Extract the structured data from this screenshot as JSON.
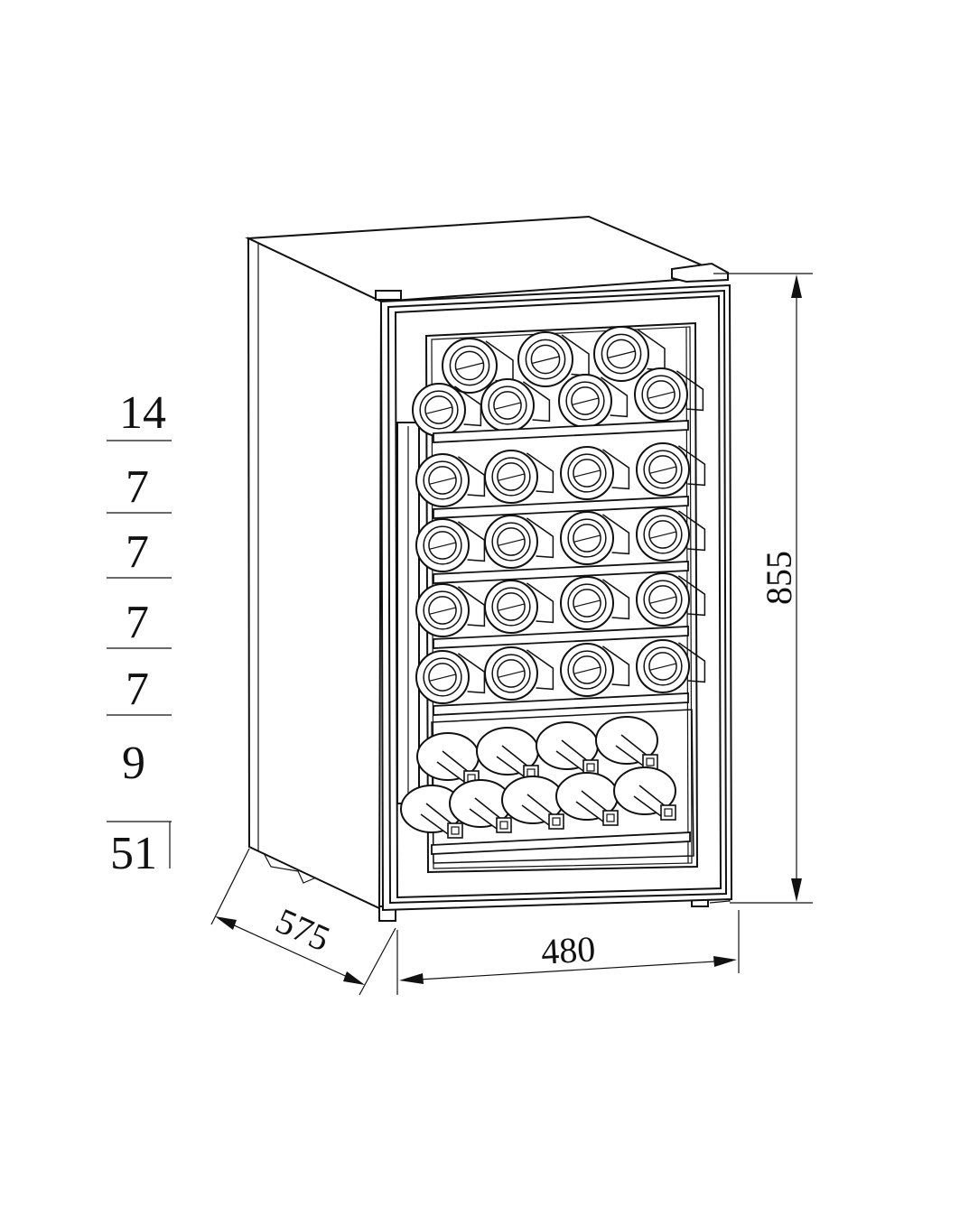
{
  "dimensions": {
    "height": "855",
    "width": "480",
    "depth": "575"
  },
  "shelf_capacity": {
    "counts": [
      "14",
      "7",
      "7",
      "7",
      "7",
      "9"
    ],
    "total": "51"
  }
}
